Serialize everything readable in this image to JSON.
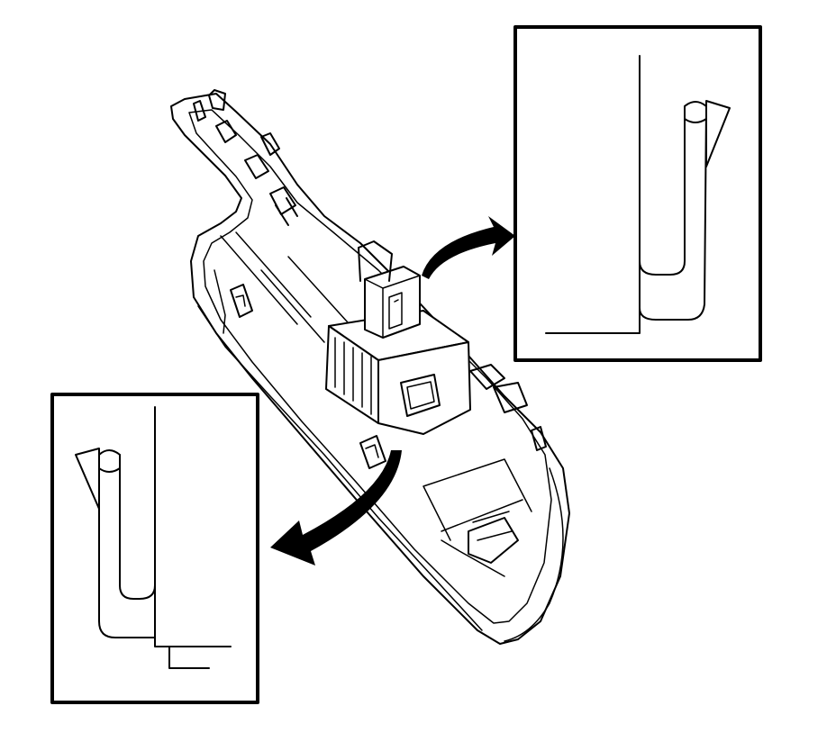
{
  "colors": {
    "line": "#000000",
    "background": "#ffffff"
  },
  "figure": {
    "main_part": "trim-panel-assembly",
    "details": [
      {
        "id": "upper-right-detail",
        "content": "retaining-clip-cross-section"
      },
      {
        "id": "lower-left-detail",
        "content": "retaining-clip-cross-section"
      }
    ],
    "arrows": [
      {
        "id": "callout-arrow-upper",
        "from": "trim-panel-assembly",
        "to": "upper-right-detail"
      },
      {
        "id": "callout-arrow-lower",
        "from": "trim-panel-assembly",
        "to": "lower-left-detail"
      }
    ]
  }
}
